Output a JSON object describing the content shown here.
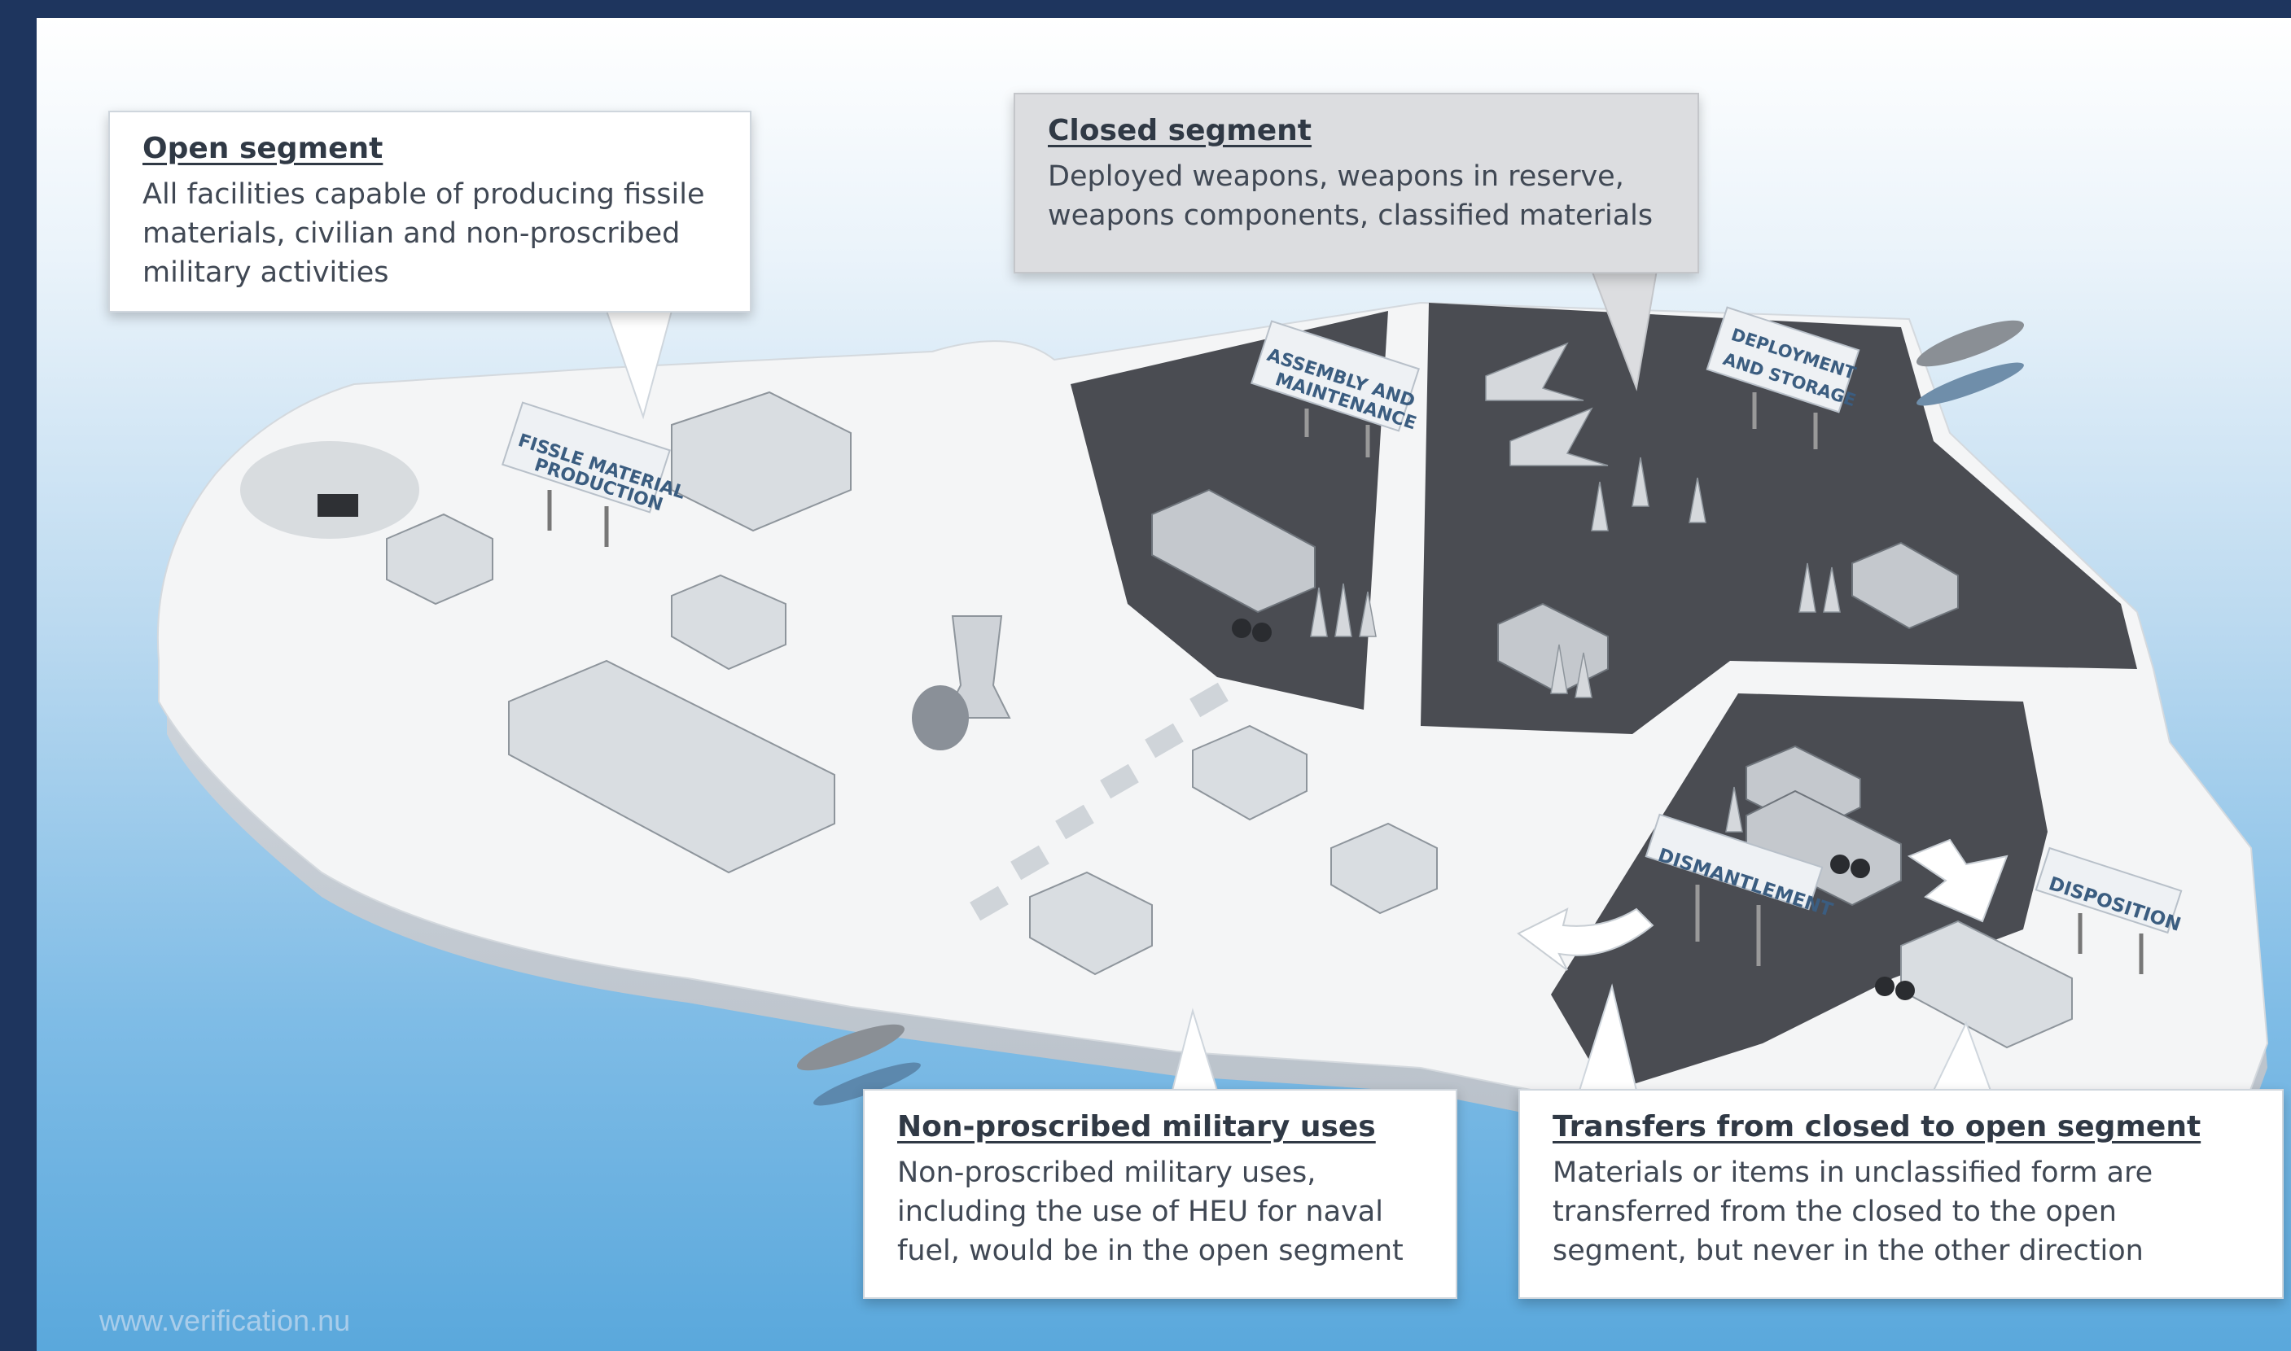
{
  "callouts": {
    "open": {
      "title": "Open segment",
      "text": "All facilities capable of producing fissile materials, civilian and non-proscribed military activities"
    },
    "closed": {
      "title": "Closed segment",
      "text": "Deployed weapons, weapons in reserve, weapons components, classified materials"
    },
    "nonproscribed": {
      "title": "Non-proscribed military uses",
      "text": "Non-proscribed military uses, including the use of HEU for naval fuel, would be in the open segment"
    },
    "transfers": {
      "title": "Transfers from closed to open segment",
      "text": "Materials or items in unclassified form are transferred from the closed to the open segment, but never in the other direction"
    }
  },
  "signs": {
    "fissile_1": "FISSLE MATERIAL",
    "fissile_2": "PRODUCTION",
    "assembly_1": "ASSEMBLY AND",
    "assembly_2": "MAINTENANCE",
    "deployment_1": "DEPLOYMENT",
    "deployment_2": "AND STORAGE",
    "dismantlement": "DISMANTLEMENT",
    "disposition": "DISPOSITION"
  },
  "footer": "www.verification.nu",
  "colors": {
    "border": "#1e355e",
    "closed_zone": "#4a4c52",
    "island": "#f4f5f6",
    "sign_text": "#3b5d80"
  }
}
